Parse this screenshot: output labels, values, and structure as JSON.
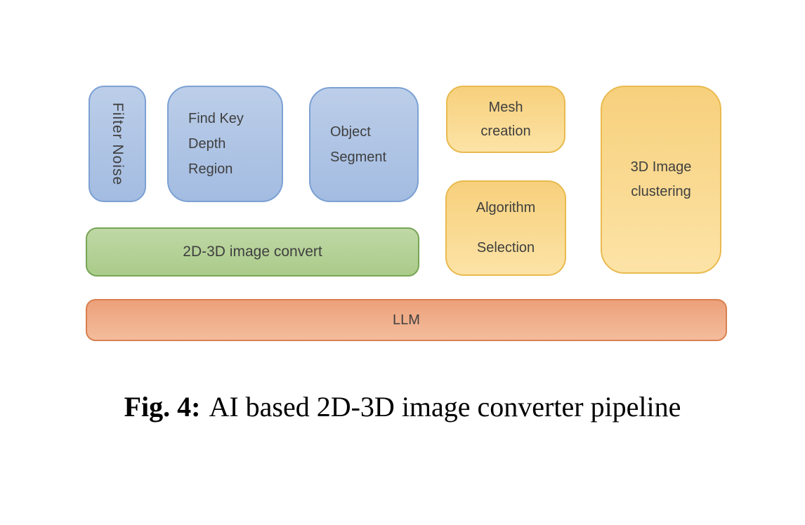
{
  "figure": {
    "boxes": {
      "filter_noise": "Filter Noise",
      "find_key": "Find Key\nDepth\nRegion",
      "object_segment": "Object\nSegment",
      "mesh_creation": "Mesh\ncreation",
      "algorithm_selection": "Algorithm\n\nSelection",
      "clustering_3d": "3D Image\nclustering",
      "convert_2d3d": "2D-3D image convert",
      "llm": "LLM"
    },
    "caption": {
      "label": "Fig. 4:",
      "text": "AI based 2D-3D image converter pipeline"
    },
    "colors": {
      "blue_fill_top": "#bccee9",
      "blue_fill_bottom": "#a3bce1",
      "blue_border": "#7ca1d3",
      "yellow_fill_top": "#f7d07c",
      "yellow_fill_bottom": "#fce3a6",
      "yellow_border": "#e9ba4f",
      "green_fill_top": "#bfd8a6",
      "green_fill_bottom": "#aacb89",
      "green_border": "#77a556",
      "orange_fill_top": "#eca17a",
      "orange_fill_bottom": "#f4bc9c",
      "orange_border": "#d97f4f",
      "box_text": "#3f3f3f",
      "caption_text": "#000000"
    }
  }
}
